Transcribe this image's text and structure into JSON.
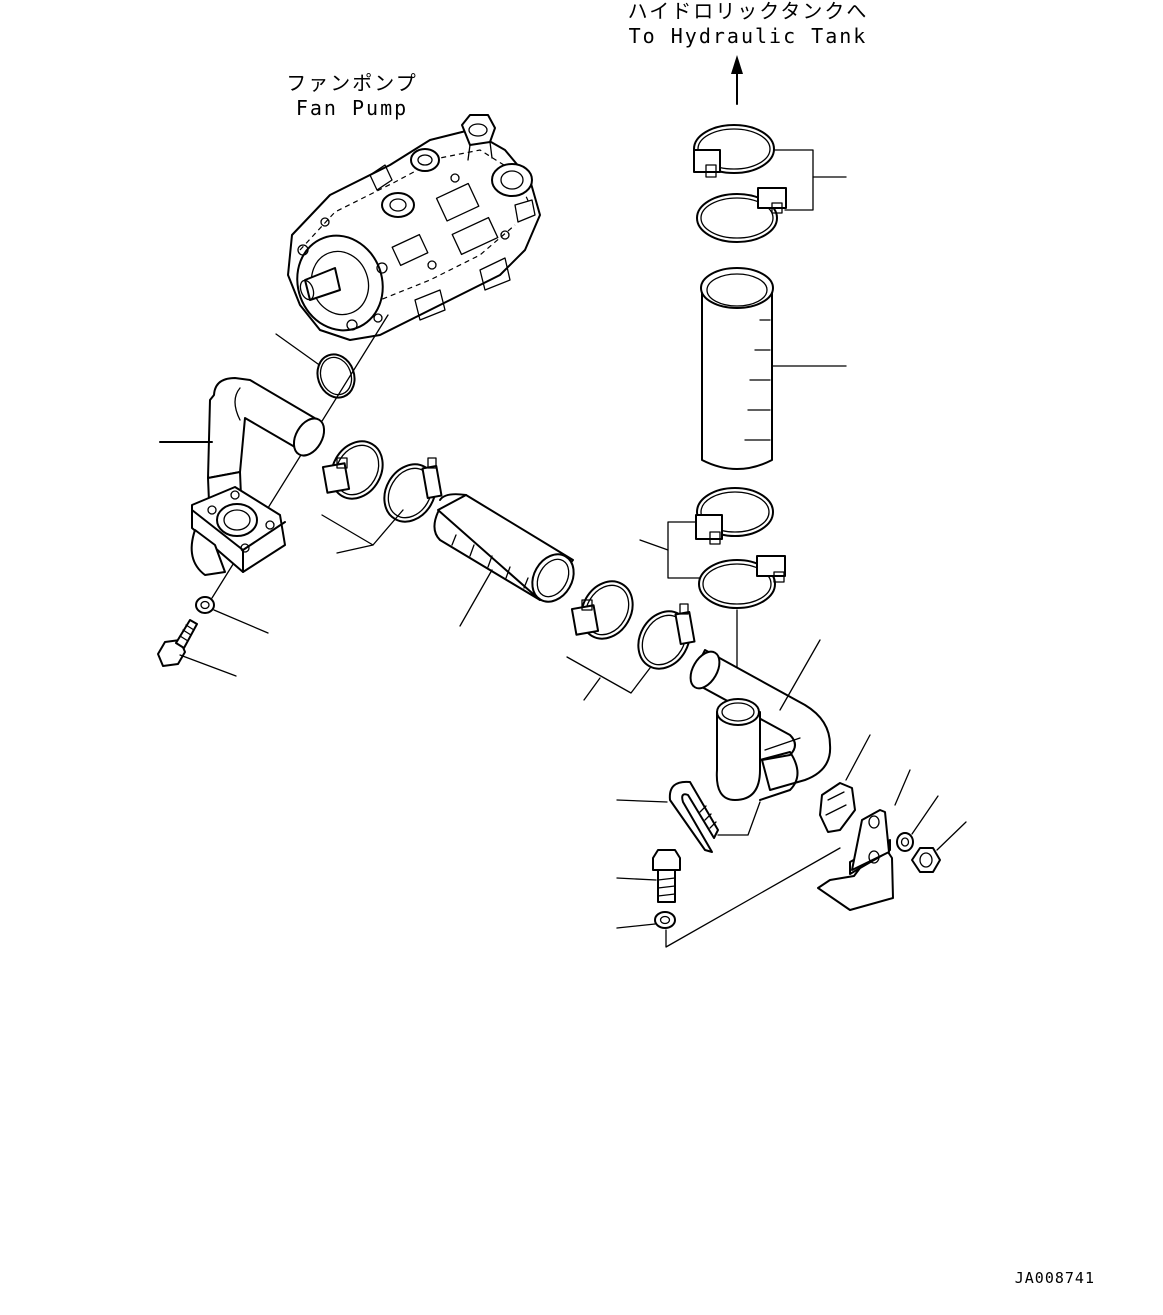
{
  "labels": {
    "hydraulic_tank_jp": "ハイドロリックタンクへ",
    "hydraulic_tank_en": "To Hydraulic Tank",
    "fan_pump_jp": "ファンポンプ",
    "fan_pump_en": "Fan Pump",
    "drawing_code": "JA008741"
  },
  "colors": {
    "line": "#000000",
    "background": "#ffffff"
  }
}
